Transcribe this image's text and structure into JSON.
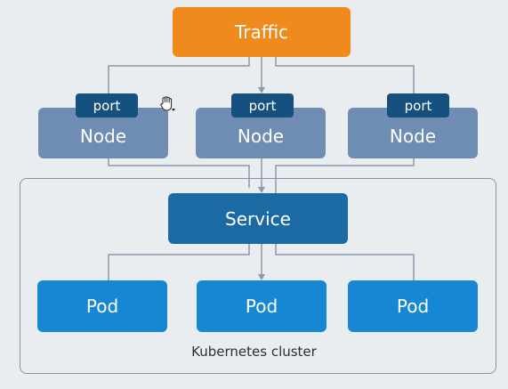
{
  "traffic": {
    "label": "Traffic"
  },
  "nodes": [
    {
      "label": "Node",
      "port": "port"
    },
    {
      "label": "Node",
      "port": "port"
    },
    {
      "label": "Node",
      "port": "port"
    }
  ],
  "service": {
    "label": "Service"
  },
  "pods": [
    {
      "label": "Pod"
    },
    {
      "label": "Pod"
    },
    {
      "label": "Pod"
    }
  ],
  "cluster": {
    "label": "Kubernetes cluster"
  },
  "colors": {
    "traffic": "#f08a1c",
    "node": "#6f8db3",
    "port": "#16507e",
    "service": "#1b6aa3",
    "pod": "#1787d4",
    "connector": "#8094ad",
    "background": "#eaedf0"
  },
  "icons": {
    "cursor": "grab-hand-cursor-icon"
  }
}
